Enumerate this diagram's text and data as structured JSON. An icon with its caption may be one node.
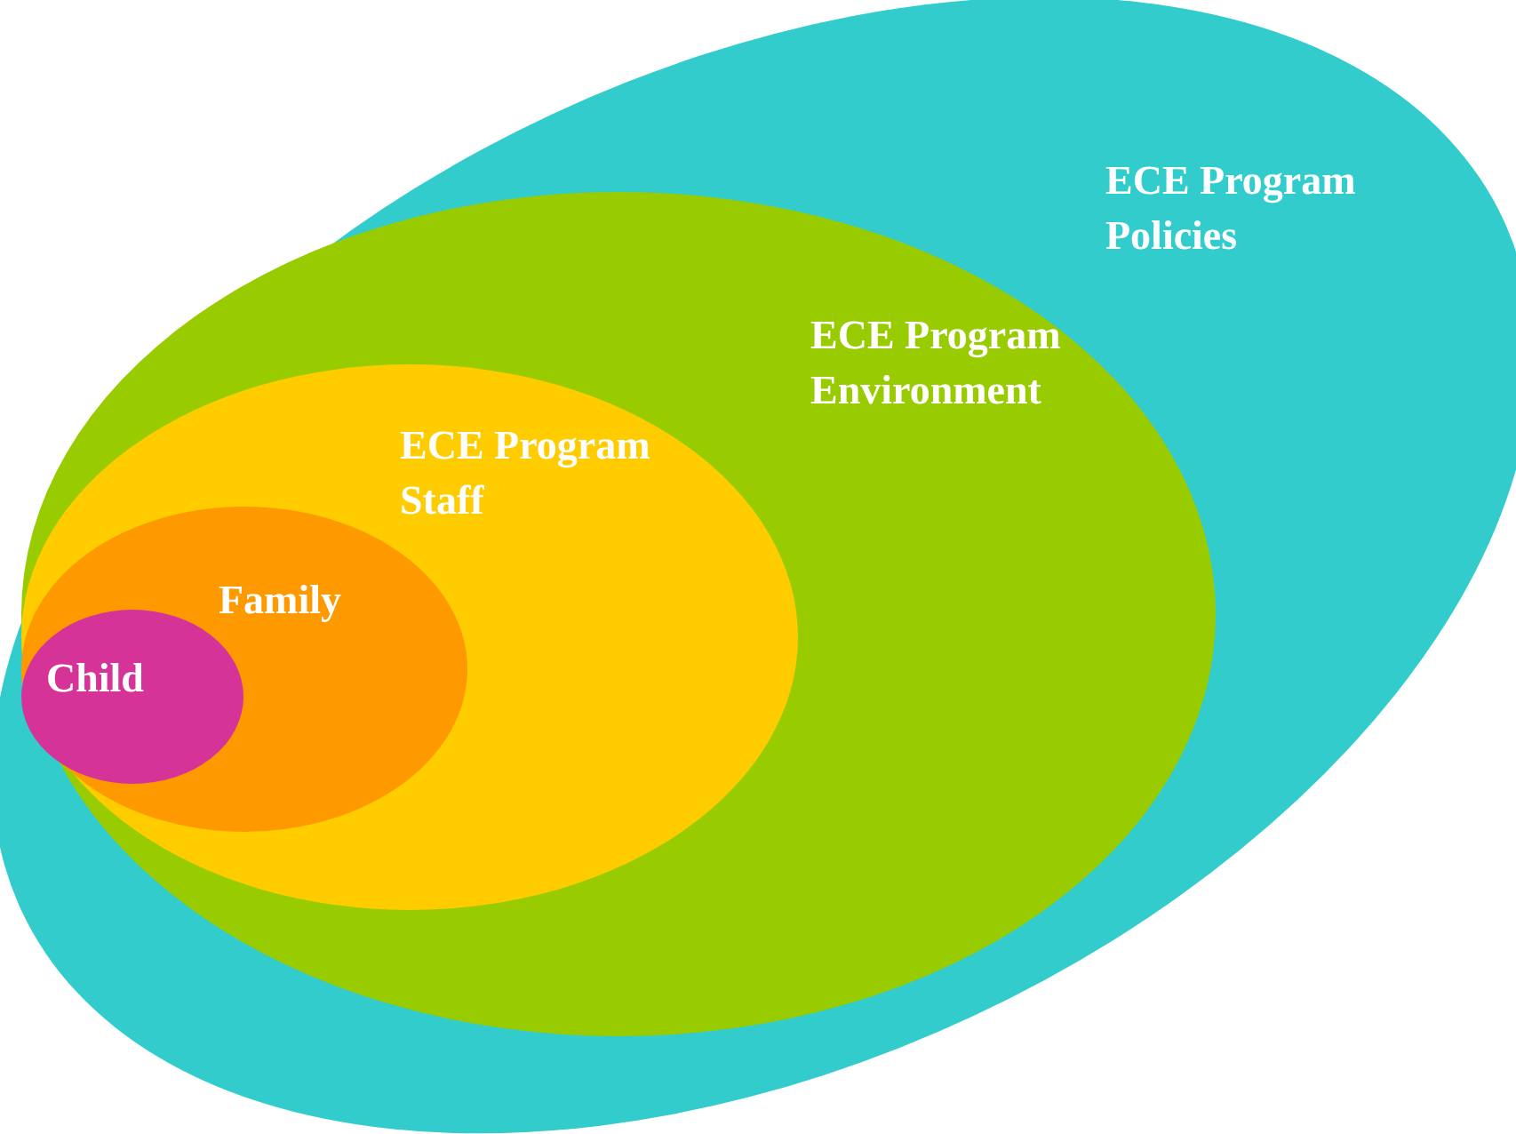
{
  "diagram": {
    "nodes": [
      {
        "text": [
          "ECE Program Policies"
        ]
      },
      {
        "text": [
          "ECE Program Environment"
        ],
        "in": 0
      },
      {
        "text": [
          "ECE Program Staff"
        ],
        "in": 1
      },
      {
        "text": [
          "Family"
        ],
        "in": 2
      },
      {
        "text": [
          "Child"
        ],
        "in": 3
      }
    ]
  }
}
